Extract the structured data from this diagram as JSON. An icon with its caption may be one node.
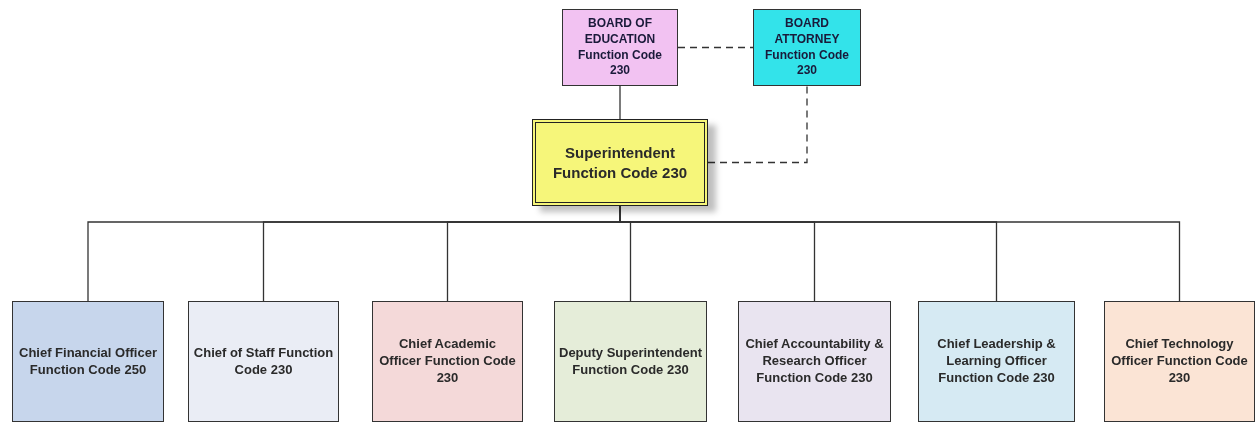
{
  "diagram": {
    "nodes": [
      {
        "text": [
          "BOARD OF EDUCATION",
          "Function Code 230"
        ]
      },
      {
        "text": [
          "BOARD ATTORNEY",
          "Function Code 230"
        ]
      },
      {
        "text": [
          "Superintendent Function Code 230"
        ]
      },
      {
        "text": [
          "Chief Financial Officer Function Code 250"
        ]
      },
      {
        "text": [
          "Chief of Staff Function Code 230"
        ]
      },
      {
        "text": [
          "Chief Academic Officer Function Code 230"
        ]
      },
      {
        "text": [
          "Deputy Superintendent Function Code 230"
        ]
      },
      {
        "text": [
          "Chief Accountability & Research Officer Function Code 230"
        ]
      },
      {
        "text": [
          "Chief Leadership & Learning Officer Function Code 230"
        ]
      },
      {
        "text": [
          "Chief Technology Officer Function Code 230"
        ]
      }
    ],
    "edges": [
      {
        "from": 0,
        "to": 1,
        "arrow": "none",
        "style": "dashed"
      },
      {
        "from": 0,
        "to": 2,
        "arrow": "none"
      },
      {
        "from": 2,
        "to": 1,
        "arrow": "none",
        "style": "dashed"
      },
      {
        "from": 2,
        "to": 3,
        "arrow": "none"
      },
      {
        "from": 2,
        "to": 4,
        "arrow": "none"
      },
      {
        "from": 2,
        "to": 5,
        "arrow": "none"
      },
      {
        "from": 2,
        "to": 6,
        "arrow": "none"
      },
      {
        "from": 2,
        "to": 7,
        "arrow": "none"
      },
      {
        "from": 2,
        "to": 8,
        "arrow": "none"
      },
      {
        "from": 2,
        "to": 9,
        "arrow": "none"
      }
    ]
  }
}
